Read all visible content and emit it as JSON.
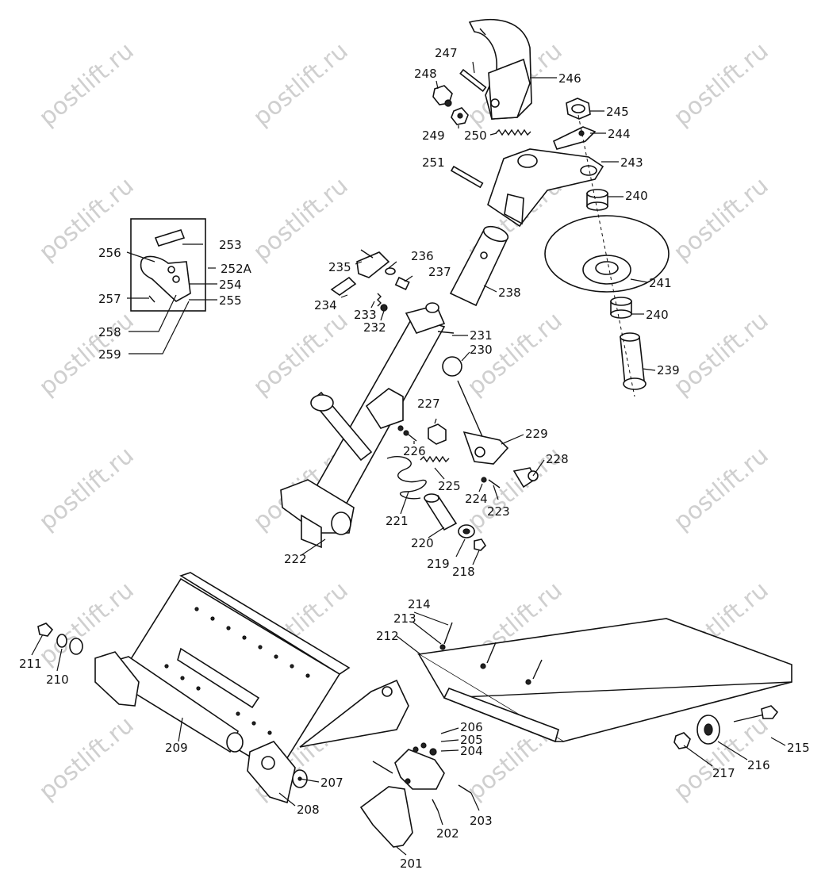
{
  "watermark": "postlift.ru",
  "labels": {
    "p201": "201",
    "p202": "202",
    "p203": "203",
    "p204": "204",
    "p205": "205",
    "p206": "206",
    "p207": "207",
    "p208": "208",
    "p209": "209",
    "p210": "210",
    "p211": "211",
    "p212": "212",
    "p213": "213",
    "p214": "214",
    "p215": "215",
    "p216": "216",
    "p217": "217",
    "p218": "218",
    "p219": "219",
    "p220": "220",
    "p221": "221",
    "p222": "222",
    "p223": "223",
    "p224": "224",
    "p225": "225",
    "p226": "226",
    "p227": "227",
    "p228": "228",
    "p229": "229",
    "p230": "230",
    "p231": "231",
    "p232": "232",
    "p233": "233",
    "p234": "234",
    "p235": "235",
    "p236": "236",
    "p237": "237",
    "p238": "238",
    "p239": "239",
    "p240a": "240",
    "p240b": "240",
    "p241": "241",
    "p243": "243",
    "p244": "244",
    "p245": "245",
    "p246": "246",
    "p247": "247",
    "p248": "248",
    "p249": "249",
    "p250": "250",
    "p251": "251",
    "p252A": "252A",
    "p253": "253",
    "p254": "254",
    "p255": "255",
    "p256": "256",
    "p257": "257",
    "p258": "258",
    "p259": "259"
  }
}
